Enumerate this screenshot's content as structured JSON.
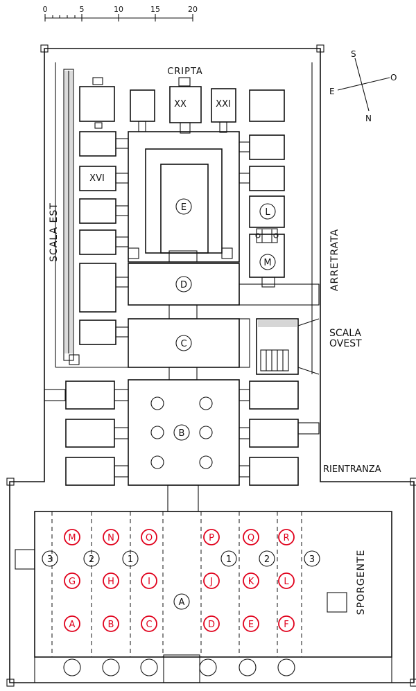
{
  "scale_bar": {
    "ticks": [
      "0",
      "5",
      "10",
      "15",
      "20"
    ]
  },
  "compass": {
    "s": "S",
    "o": "O",
    "e": "E",
    "n": "N"
  },
  "labels": {
    "cripta": "CRIPTA",
    "scala_est": "SCALA EST",
    "arretrata": "ARRETRATA",
    "scala_ovest_1": "SCALA",
    "scala_ovest_2": "OVEST",
    "rientranza": "RIENTRANZA",
    "sporgente": "SPORGENTE"
  },
  "rooms": {
    "xx": "XX",
    "xxi": "XXI",
    "xvi": "XVI"
  },
  "halls": {
    "E": "E",
    "L": "L",
    "M": "M",
    "D": "D",
    "C": "C",
    "B": "B",
    "A": "A"
  },
  "aisles": {
    "left": [
      "3",
      "2",
      "1"
    ],
    "right": [
      "1",
      "2",
      "3"
    ]
  },
  "columns": {
    "color": "#e0001b",
    "row1": [
      "M",
      "N",
      "O",
      "P",
      "Q",
      "R"
    ],
    "row2": [
      "G",
      "H",
      "I",
      "J",
      "K",
      "L"
    ],
    "row3": [
      "A",
      "B",
      "C",
      "D",
      "E",
      "F"
    ]
  }
}
